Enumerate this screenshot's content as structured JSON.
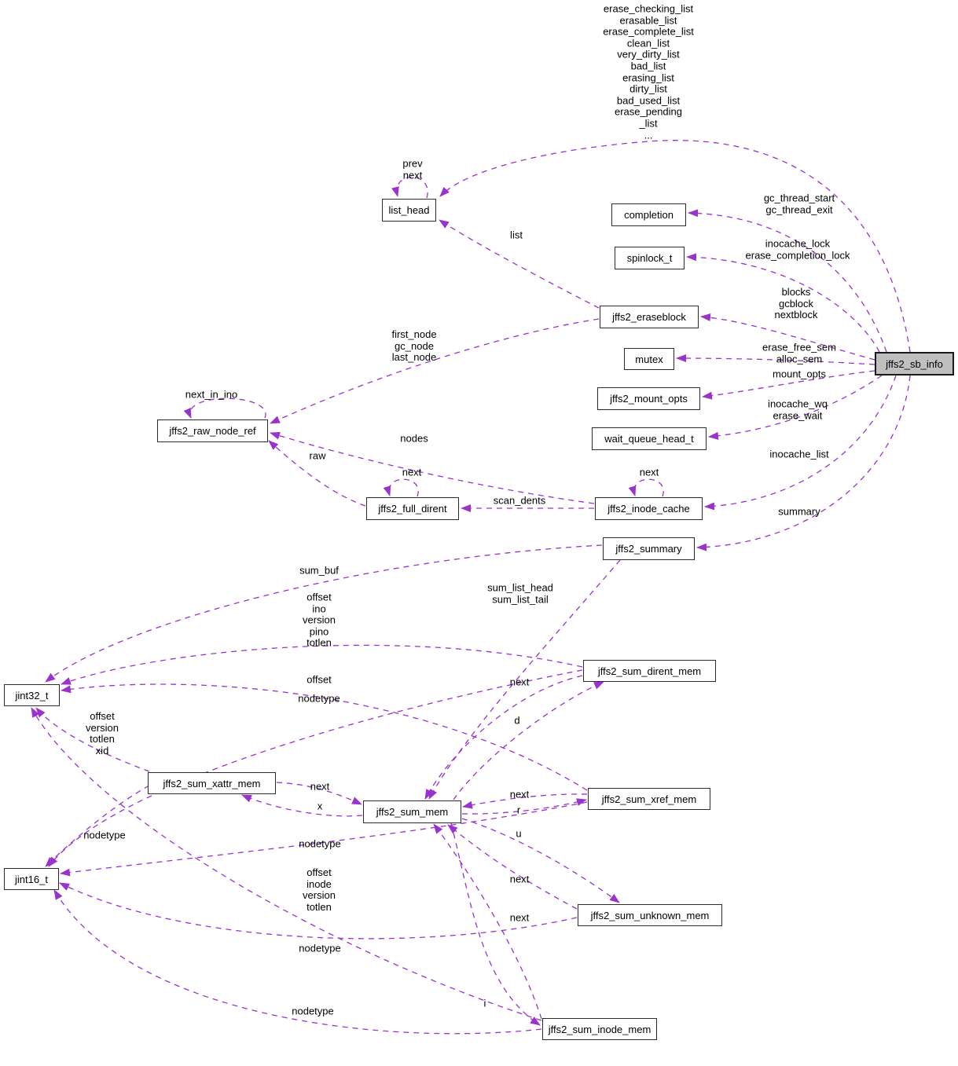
{
  "diagram": {
    "type": "doxygen-collaboration-graph",
    "main_node": "jffs2_sb_info",
    "colors": {
      "edge": "#9a32cd",
      "node_border": "#2b2b2b",
      "node_fill": "#ffffff",
      "main_node_fill": "#bfbfbf",
      "text": "#000000",
      "background": "#ffffff"
    },
    "nodes": [
      {
        "id": "list_head",
        "label": "list_head"
      },
      {
        "id": "completion",
        "label": "completion"
      },
      {
        "id": "spinlock_t",
        "label": "spinlock_t"
      },
      {
        "id": "jffs2_eraseblock",
        "label": "jffs2_eraseblock"
      },
      {
        "id": "mutex",
        "label": "mutex"
      },
      {
        "id": "jffs2_mount_opts",
        "label": "jffs2_mount_opts"
      },
      {
        "id": "wait_queue_head_t",
        "label": "wait_queue_head_t"
      },
      {
        "id": "jffs2_sb_info",
        "label": "jffs2_sb_info"
      },
      {
        "id": "jffs2_raw_node_ref",
        "label": "jffs2_raw_node_ref"
      },
      {
        "id": "jffs2_full_dirent",
        "label": "jffs2_full_dirent"
      },
      {
        "id": "jffs2_inode_cache",
        "label": "jffs2_inode_cache"
      },
      {
        "id": "jffs2_summary",
        "label": "jffs2_summary"
      },
      {
        "id": "jint32_t",
        "label": "jint32_t"
      },
      {
        "id": "jffs2_sum_dirent_mem",
        "label": "jffs2_sum_dirent_mem"
      },
      {
        "id": "jffs2_sum_xattr_mem",
        "label": "jffs2_sum_xattr_mem"
      },
      {
        "id": "jffs2_sum_mem",
        "label": "jffs2_sum_mem"
      },
      {
        "id": "jffs2_sum_xref_mem",
        "label": "jffs2_sum_xref_mem"
      },
      {
        "id": "jint16_t",
        "label": "jint16_t"
      },
      {
        "id": "jffs2_sum_unknown_mem",
        "label": "jffs2_sum_unknown_mem"
      },
      {
        "id": "jffs2_sum_inode_mem",
        "label": "jffs2_sum_inode_mem"
      }
    ],
    "edge_labels": [
      {
        "id": "erase-lists",
        "text": "erase_checking_list\nerasable_list\nerase_complete_list\nclean_list\nvery_dirty_list\nbad_list\nerasing_list\ndirty_list\nbad_used_list\nerase_pending\n_list\n..."
      },
      {
        "id": "prev-next",
        "text": "prev\nnext"
      },
      {
        "id": "list",
        "text": "list"
      },
      {
        "id": "gc-thread",
        "text": "gc_thread_start\ngc_thread_exit"
      },
      {
        "id": "inocache-lock",
        "text": "inocache_lock\nerase_completion_lock"
      },
      {
        "id": "blocks",
        "text": "blocks\ngcblock\nnextblock"
      },
      {
        "id": "erase-free-sem",
        "text": "erase_free_sem\nalloc_sem"
      },
      {
        "id": "mount-opts",
        "text": "mount_opts"
      },
      {
        "id": "inocache-wq",
        "text": "inocache_wq\nerase_wait"
      },
      {
        "id": "inocache-list",
        "text": "inocache_list"
      },
      {
        "id": "first-node",
        "text": "first_node\ngc_node\nlast_node"
      },
      {
        "id": "next-in-ino",
        "text": "next_in_ino"
      },
      {
        "id": "nodes",
        "text": "nodes"
      },
      {
        "id": "raw",
        "text": "raw"
      },
      {
        "id": "next-full-dirent",
        "text": "next"
      },
      {
        "id": "scan-dents",
        "text": "scan_dents"
      },
      {
        "id": "next-inode-cache",
        "text": "next"
      },
      {
        "id": "summary",
        "text": "summary"
      },
      {
        "id": "sum-buf",
        "text": "sum_buf"
      },
      {
        "id": "sum-list",
        "text": "sum_list_head\nsum_list_tail"
      },
      {
        "id": "dirent-fields",
        "text": "offset\nino\nversion\npino\ntotlen"
      },
      {
        "id": "offset-xref",
        "text": "offset"
      },
      {
        "id": "nodetype-dirent",
        "text": "nodetype"
      },
      {
        "id": "xattr-fields",
        "text": "offset\nversion\ntotlen\nxid"
      },
      {
        "id": "next-dirent",
        "text": "next"
      },
      {
        "id": "d",
        "text": "d"
      },
      {
        "id": "next-xattr",
        "text": "next"
      },
      {
        "id": "x",
        "text": "x"
      },
      {
        "id": "next-xref",
        "text": "next"
      },
      {
        "id": "r",
        "text": "r"
      },
      {
        "id": "u",
        "text": "u"
      },
      {
        "id": "nodetype-xattr",
        "text": "nodetype"
      },
      {
        "id": "nodetype-xref",
        "text": "nodetype"
      },
      {
        "id": "inode-fields",
        "text": "offset\ninode\nversion\ntotlen"
      },
      {
        "id": "next-unknown",
        "text": "next"
      },
      {
        "id": "next-inode",
        "text": "next"
      },
      {
        "id": "nodetype-unknown",
        "text": "nodetype"
      },
      {
        "id": "nodetype-inode",
        "text": "nodetype"
      },
      {
        "id": "i",
        "text": "i"
      }
    ]
  }
}
